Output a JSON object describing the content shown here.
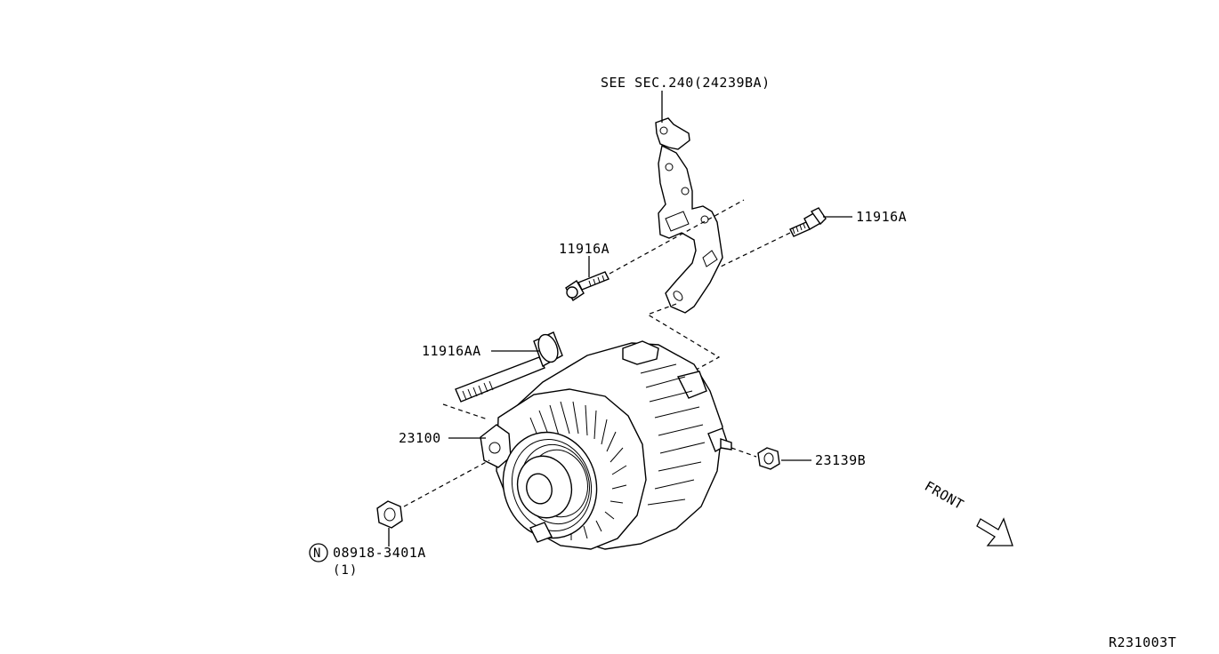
{
  "labels": {
    "see_section": "SEE SEC.240(24239BA)",
    "bolt_right": "11916A",
    "bolt_left": "11916A",
    "long_bolt": "11916AA",
    "alternator": "23100",
    "nut_terminal": "23139B",
    "nut_part_no": "08918-3401A",
    "nut_qty": "(1)",
    "nut_prefix": "N",
    "front": "FRONT",
    "diagram_code": "R231003T"
  }
}
